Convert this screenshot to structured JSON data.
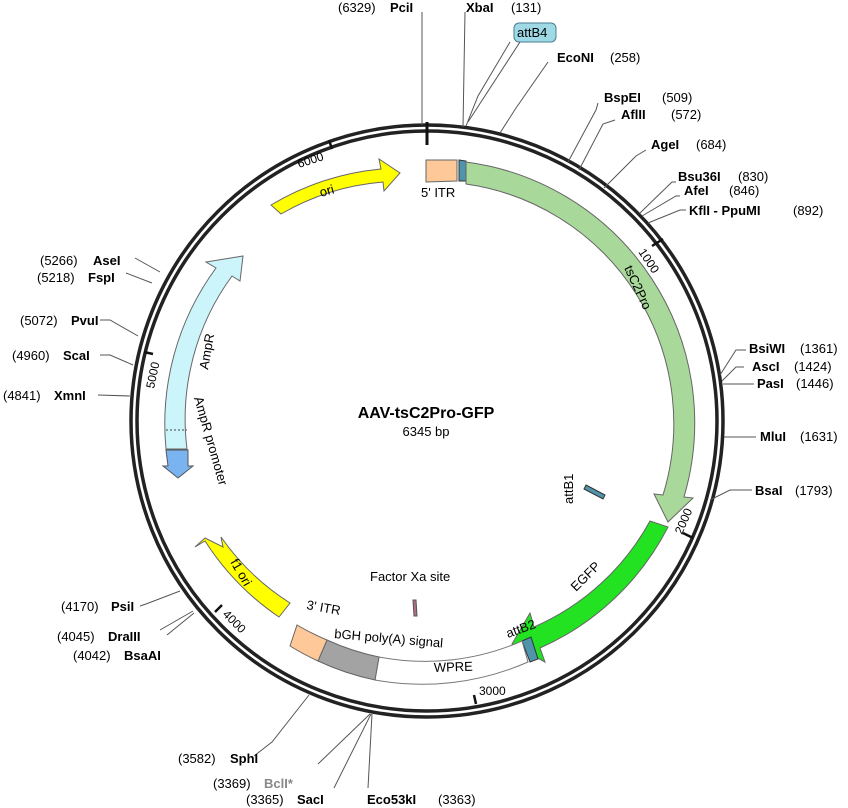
{
  "plasmid": {
    "name": "AAV-tsC2Pro-GFP",
    "length": 6345,
    "length_label": "6345 bp"
  },
  "ticks": [
    {
      "pos": 1000,
      "label": "1000"
    },
    {
      "pos": 2000,
      "label": "2000"
    },
    {
      "pos": 3000,
      "label": "3000"
    },
    {
      "pos": 4000,
      "label": "4000"
    },
    {
      "pos": 5000,
      "label": "5000"
    },
    {
      "pos": 6000,
      "label": "6000"
    }
  ],
  "enzymes": [
    {
      "name": "PciI",
      "pos": "6329",
      "color": "#000000"
    },
    {
      "name": "XbaI",
      "pos": "131",
      "color": "#000000"
    },
    {
      "name": "EcoNI",
      "pos": "258",
      "color": "#000000"
    },
    {
      "name": "BspEI",
      "pos": "509",
      "color": "#000000"
    },
    {
      "name": "AflII",
      "pos": "572",
      "color": "#000000"
    },
    {
      "name": "AgeI",
      "pos": "684",
      "color": "#000000"
    },
    {
      "name": "Bsu36I",
      "pos": "830",
      "color": "#000000"
    },
    {
      "name": "AfeI",
      "pos": "846",
      "color": "#000000"
    },
    {
      "name": "KflI - PpuMI",
      "pos": "892",
      "color": "#000000"
    },
    {
      "name": "BsiWI",
      "pos": "1361",
      "color": "#000000"
    },
    {
      "name": "AscI",
      "pos": "1424",
      "color": "#000000"
    },
    {
      "name": "PasI",
      "pos": "1446",
      "color": "#000000"
    },
    {
      "name": "MluI",
      "pos": "1631",
      "color": "#000000"
    },
    {
      "name": "BsaI",
      "pos": "1793",
      "color": "#000000"
    },
    {
      "name": "Eco53kI",
      "pos": "3363",
      "color": "#000000"
    },
    {
      "name": "SacI",
      "pos": "3365",
      "color": "#000000"
    },
    {
      "name": "BclI*",
      "pos": "3369",
      "color": "#888888"
    },
    {
      "name": "SphI",
      "pos": "3582",
      "color": "#000000"
    },
    {
      "name": "BsaAI",
      "pos": "4042",
      "color": "#000000"
    },
    {
      "name": "DraIII",
      "pos": "4045",
      "color": "#000000"
    },
    {
      "name": "PsiI",
      "pos": "4170",
      "color": "#000000"
    },
    {
      "name": "XmnI",
      "pos": "4841",
      "color": "#000000"
    },
    {
      "name": "ScaI",
      "pos": "4960",
      "color": "#000000"
    },
    {
      "name": "PvuI",
      "pos": "5072",
      "color": "#000000"
    },
    {
      "name": "FspI",
      "pos": "5218",
      "color": "#000000"
    },
    {
      "name": "AseI",
      "pos": "5266",
      "color": "#000000"
    }
  ],
  "features": [
    {
      "name": "5' ITR",
      "color": "#ffc899"
    },
    {
      "name": "tsC2Pro",
      "color": "#a8d89a"
    },
    {
      "name": "EGFP",
      "color": "#22e222"
    },
    {
      "name": "attB2",
      "color": "#4f94ab"
    },
    {
      "name": "WPRE",
      "color": "#ffffff"
    },
    {
      "name": "bGH poly(A) signal",
      "color": "#a3a3a3"
    },
    {
      "name": "3' ITR",
      "color": "#ffc899"
    },
    {
      "name": "f1 ori",
      "color": "#ffff00"
    },
    {
      "name": "AmpR promoter",
      "color": "#7ab4f0"
    },
    {
      "name": "AmpR",
      "color": "#ccf5fb"
    },
    {
      "name": "ori",
      "color": "#ffff00"
    },
    {
      "name": "attB4",
      "color": "#9fd9e6"
    },
    {
      "name": "attB1",
      "color": "#4f94ab"
    },
    {
      "name": "Factor Xa site",
      "color": "#b07080"
    }
  ]
}
